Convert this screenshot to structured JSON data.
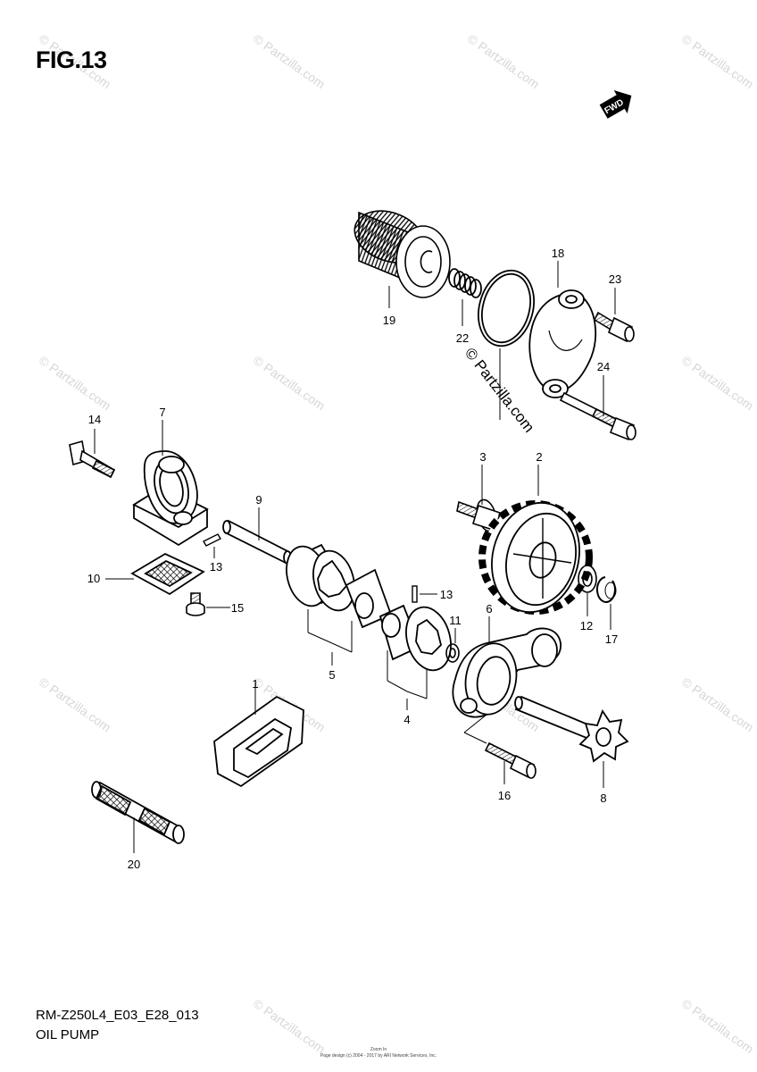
{
  "figure": {
    "title": "FIG.13",
    "code": "RM-Z250L4_E03_E28_013",
    "name": "OIL PUMP",
    "fwd_label": "FWD",
    "diagram_watermark": "© Partzilla.com",
    "fine_print_top": "Zoom In",
    "fine_print_bottom": "Page design (c) 2004 - 2017 by ARI Network Services, Inc."
  },
  "watermark": "© Partzilla.com",
  "callouts": {
    "p1": "1",
    "p2": "2",
    "p3": "3",
    "p4": "4",
    "p5": "5",
    "p6": "6",
    "p7": "7",
    "p8": "8",
    "p9": "9",
    "p10": "10",
    "p11": "11",
    "p12": "12",
    "p13a": "13",
    "p13b": "13",
    "p14": "14",
    "p15": "15",
    "p16": "16",
    "p17": "17",
    "p18": "18",
    "p19": "19",
    "p20": "20",
    "p22": "22",
    "p23": "23",
    "p24": "24"
  }
}
